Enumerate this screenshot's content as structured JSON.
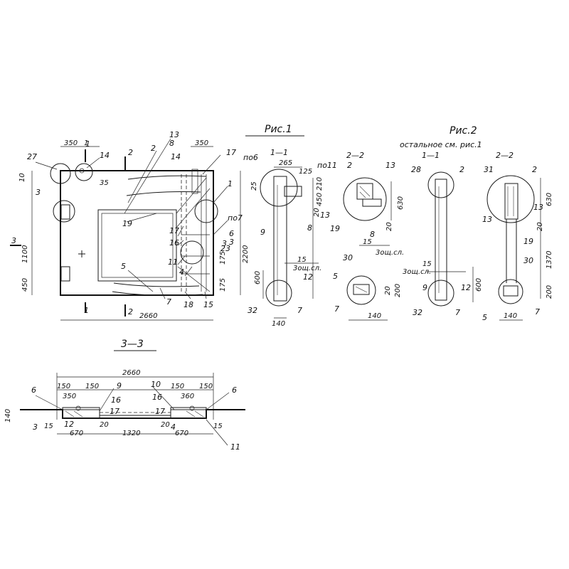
{
  "titles": {
    "fig1": "Рис.1",
    "fig2": "Рис.2",
    "fig2_note": "остальное см. рис.1",
    "sec11_fig1": "1—1",
    "sec22_fig2a": "2—2",
    "sec11_fig2": "1—1",
    "sec22_fig2b": "2—2",
    "sec33": "3—3"
  },
  "plan": {
    "dims": {
      "top_350": "350",
      "top_1": "1",
      "top_350_right": "350",
      "left_10": "10",
      "left_1100": "1100",
      "left_450": "450",
      "right_2200": "2200",
      "bottom_2660": "2660",
      "dim_35": "35",
      "dim_175a": "175",
      "dim_175b": "175"
    },
    "labels": {
      "l27": "27",
      "l14a": "14",
      "l14b": "14",
      "l13": "13",
      "l8": "8",
      "l2": "2",
      "l2b": "2",
      "l17a": "17",
      "l17b": "17",
      "l1": "1",
      "l3": "3",
      "l3b": "3",
      "l19": "19",
      "l16": "16",
      "l5": "5",
      "l7": "7",
      "l11": "11",
      "l4": "4",
      "l18": "18",
      "l15": "15",
      "l6": "6",
      "l23": "23",
      "l3sec": "3",
      "lpo7": "по7",
      "lpo6": "по6",
      "cut1_top": "1",
      "cut1_bot": "1",
      "cut2_top": "2",
      "cut2_bot": "2",
      "cut3_top": "3",
      "cut3_bot": "3"
    }
  },
  "sec11a": {
    "dims": {
      "d265": "265",
      "d125": "125",
      "d210": "210",
      "d450": "450",
      "d20": "20",
      "d25": "25",
      "d600": "600",
      "d140": "140",
      "d15": "15",
      "zoshch": "3ощ.сл."
    },
    "labels": {
      "l9": "9",
      "l8": "8",
      "l12": "12",
      "l32": "32",
      "l7": "7"
    }
  },
  "sec22a": {
    "dims": {
      "d630": "630",
      "d20": "20",
      "d15": "15",
      "zoshch": "3ощ.сл."
    },
    "labels": {
      "po11": "по11",
      "l2": "2",
      "l13a": "13",
      "l13b": "13",
      "l19": "19",
      "l8": "8"
    }
  },
  "det30a": {
    "dims": {
      "d20": "20",
      "d200": "200",
      "d140": "140"
    },
    "labels": {
      "l30": "30",
      "l5": "5",
      "l7": "7"
    }
  },
  "sec11b": {
    "dims": {
      "d600": "600",
      "d15": "15",
      "zoshch": "3ощ.сл."
    },
    "labels": {
      "l28": "28",
      "l2": "2",
      "l9": "9",
      "l12": "12",
      "l32": "32",
      "l7": "7"
    }
  },
  "sec22b": {
    "dims": {
      "d630": "630",
      "d20": "20",
      "d1370": "1370",
      "d200": "200",
      "d140": "140"
    },
    "labels": {
      "l31": "31",
      "l2": "2",
      "l13a": "13",
      "l13b": "13",
      "l19": "19",
      "l30": "30",
      "l5": "5",
      "l7": "7"
    }
  },
  "sec33": {
    "dims": {
      "d2660": "2660",
      "d140": "140",
      "d150a": "150",
      "d350": "350",
      "d150b": "150",
      "d150c": "150",
      "d360": "360",
      "d150d": "150",
      "d15l": "15",
      "d15r": "15",
      "d670a": "670",
      "d20a": "20",
      "d1320": "1320",
      "d20b": "20",
      "d670b": "670"
    },
    "labels": {
      "l6a": "6",
      "l6b": "6",
      "l9": "9",
      "l10": "10",
      "l16a": "16",
      "l16b": "16",
      "l17a": "17",
      "l17b": "17",
      "l12": "12",
      "l4": "4",
      "l3": "3",
      "l11": "11"
    }
  }
}
